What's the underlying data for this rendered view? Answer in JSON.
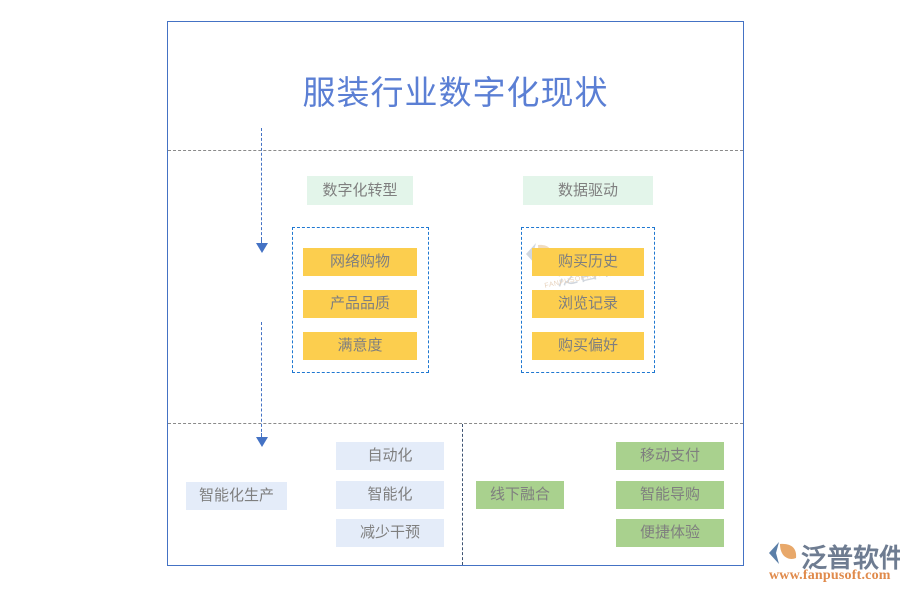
{
  "page": {
    "title": "服装行业数字化现状",
    "title_color": "#5B7FD4",
    "frame_color": "#4472C4",
    "background": "#FFFFFF"
  },
  "flow": {
    "arrow_color": "#4472C4",
    "divider_color": "#8A8A8A",
    "separator_color": "#3E5372"
  },
  "sections": {
    "transformation": {
      "header": "数字化转型",
      "header_bg": "#E3F5EA",
      "box_border": "#1F78D1",
      "items": [
        {
          "label": "网络购物",
          "color": "#FCCE4E"
        },
        {
          "label": "产品品质",
          "color": "#FCCE4E"
        },
        {
          "label": "满意度",
          "color": "#FCCE4E"
        }
      ]
    },
    "data_driven": {
      "header": "数据驱动",
      "header_bg": "#E3F5EA",
      "box_border": "#1F78D1",
      "items": [
        {
          "label": "购买历史",
          "color": "#FCCE4E"
        },
        {
          "label": "浏览记录",
          "color": "#FCCE4E"
        },
        {
          "label": "购买偏好",
          "color": "#FCCE4E"
        }
      ]
    },
    "smart_production": {
      "label": "智能化生产",
      "color": "#E4ECF9",
      "items": [
        {
          "label": "自动化",
          "color": "#E4ECF9"
        },
        {
          "label": "智能化",
          "color": "#E4ECF9"
        },
        {
          "label": "减少干预",
          "color": "#E4ECF9"
        }
      ]
    },
    "offline_integration": {
      "label": "线下融合",
      "color": "#A9D18E",
      "items": [
        {
          "label": "移动支付",
          "color": "#A9D18E"
        },
        {
          "label": "智能导购",
          "color": "#A9D18E"
        },
        {
          "label": "便捷体验",
          "color": "#A9D18E"
        }
      ]
    }
  },
  "watermark": {
    "text": "泛普软件",
    "url": "FANPUSOFT.COM"
  },
  "logo": {
    "name": "泛普软件",
    "url": "www.fanpusoft.com",
    "mark_blue": "#5B7FA8",
    "mark_orange": "#E8A86A",
    "text_color": "#6E7C91",
    "url_color": "#E08A4B"
  }
}
